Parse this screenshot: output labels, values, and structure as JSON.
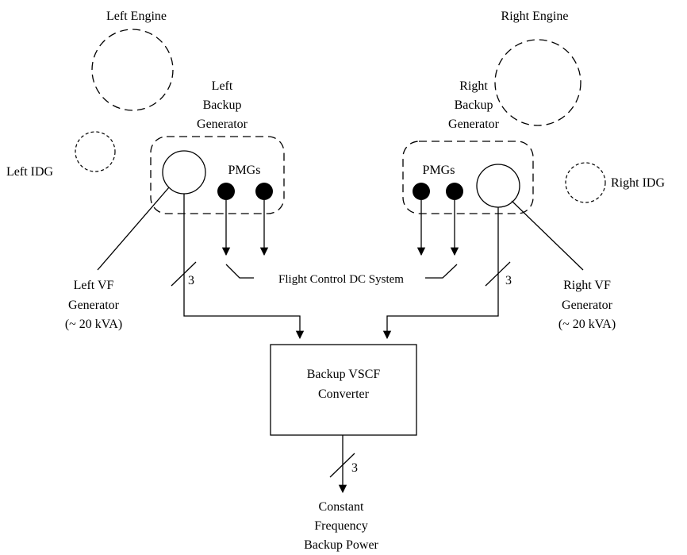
{
  "labels": {
    "left_engine": "Left Engine",
    "right_engine": "Right Engine",
    "left_backup_generator": [
      "Left",
      "Backup",
      "Generator"
    ],
    "right_backup_generator": [
      "Right",
      "Backup",
      "Generator"
    ],
    "left_idg": "Left IDG",
    "right_idg": "Right IDG",
    "pmgs_left": "PMGs",
    "pmgs_right": "PMGs",
    "left_vf_generator": [
      "Left VF",
      "Generator",
      "(~ 20 kVA)"
    ],
    "right_vf_generator": [
      "Right VF",
      "Generator",
      "(~ 20 kVA)"
    ],
    "flight_control_dc": "Flight Control DC System",
    "converter": [
      "Backup VSCF",
      "Converter"
    ],
    "output": [
      "Constant",
      "Frequency",
      "Backup Power"
    ],
    "phase_left": "3",
    "phase_right": "3",
    "phase_output": "3"
  },
  "colors": {
    "stroke": "#000000",
    "background": "#ffffff"
  }
}
